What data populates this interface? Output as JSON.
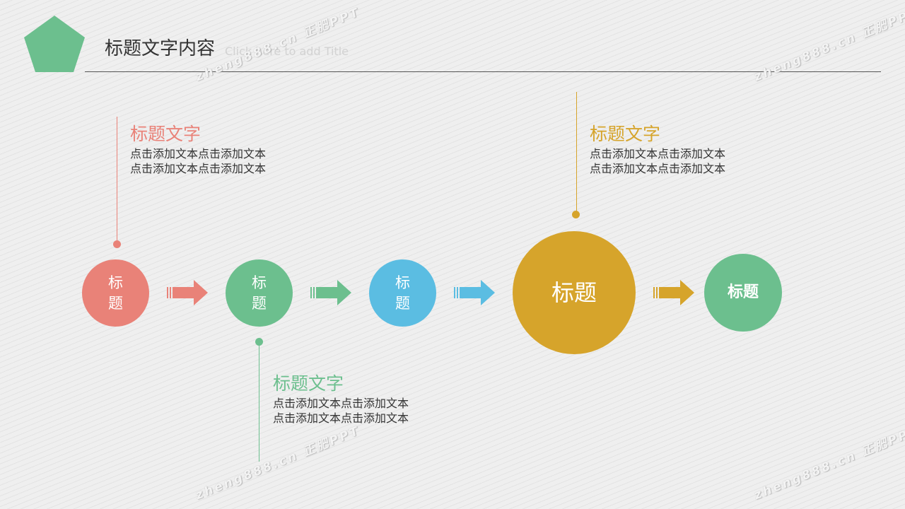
{
  "header": {
    "title": "标题文字内容",
    "placeholder": "Click here to add Title",
    "accent_color": "#6cbf8e"
  },
  "watermark": {
    "text": "zheng888.cn 正肥PPT"
  },
  "flow": {
    "nodes": [
      {
        "label": "标题",
        "color": "#e98278"
      },
      {
        "label": "标题",
        "color": "#6cbf8e"
      },
      {
        "label": "标题",
        "color": "#5bbde2"
      },
      {
        "label": "标题",
        "color": "#d6a42b"
      },
      {
        "label": "标题",
        "color": "#6cbf8e"
      }
    ],
    "arrow_colors": [
      "#e98278",
      "#6cbf8e",
      "#5bbde2",
      "#d6a42b"
    ]
  },
  "callouts": [
    {
      "title": "标题文字",
      "line1": "点击添加文本点击添加文本",
      "line2": "点击添加文本点击添加文本",
      "color": "#e98278"
    },
    {
      "title": "标题文字",
      "line1": "点击添加文本点击添加文本",
      "line2": "点击添加文本点击添加文本",
      "color": "#6cbf8e"
    },
    {
      "title": "标题文字",
      "line1": "点击添加文本点击添加文本",
      "line2": "点击添加文本点击添加文本",
      "color": "#d6a42b"
    }
  ]
}
